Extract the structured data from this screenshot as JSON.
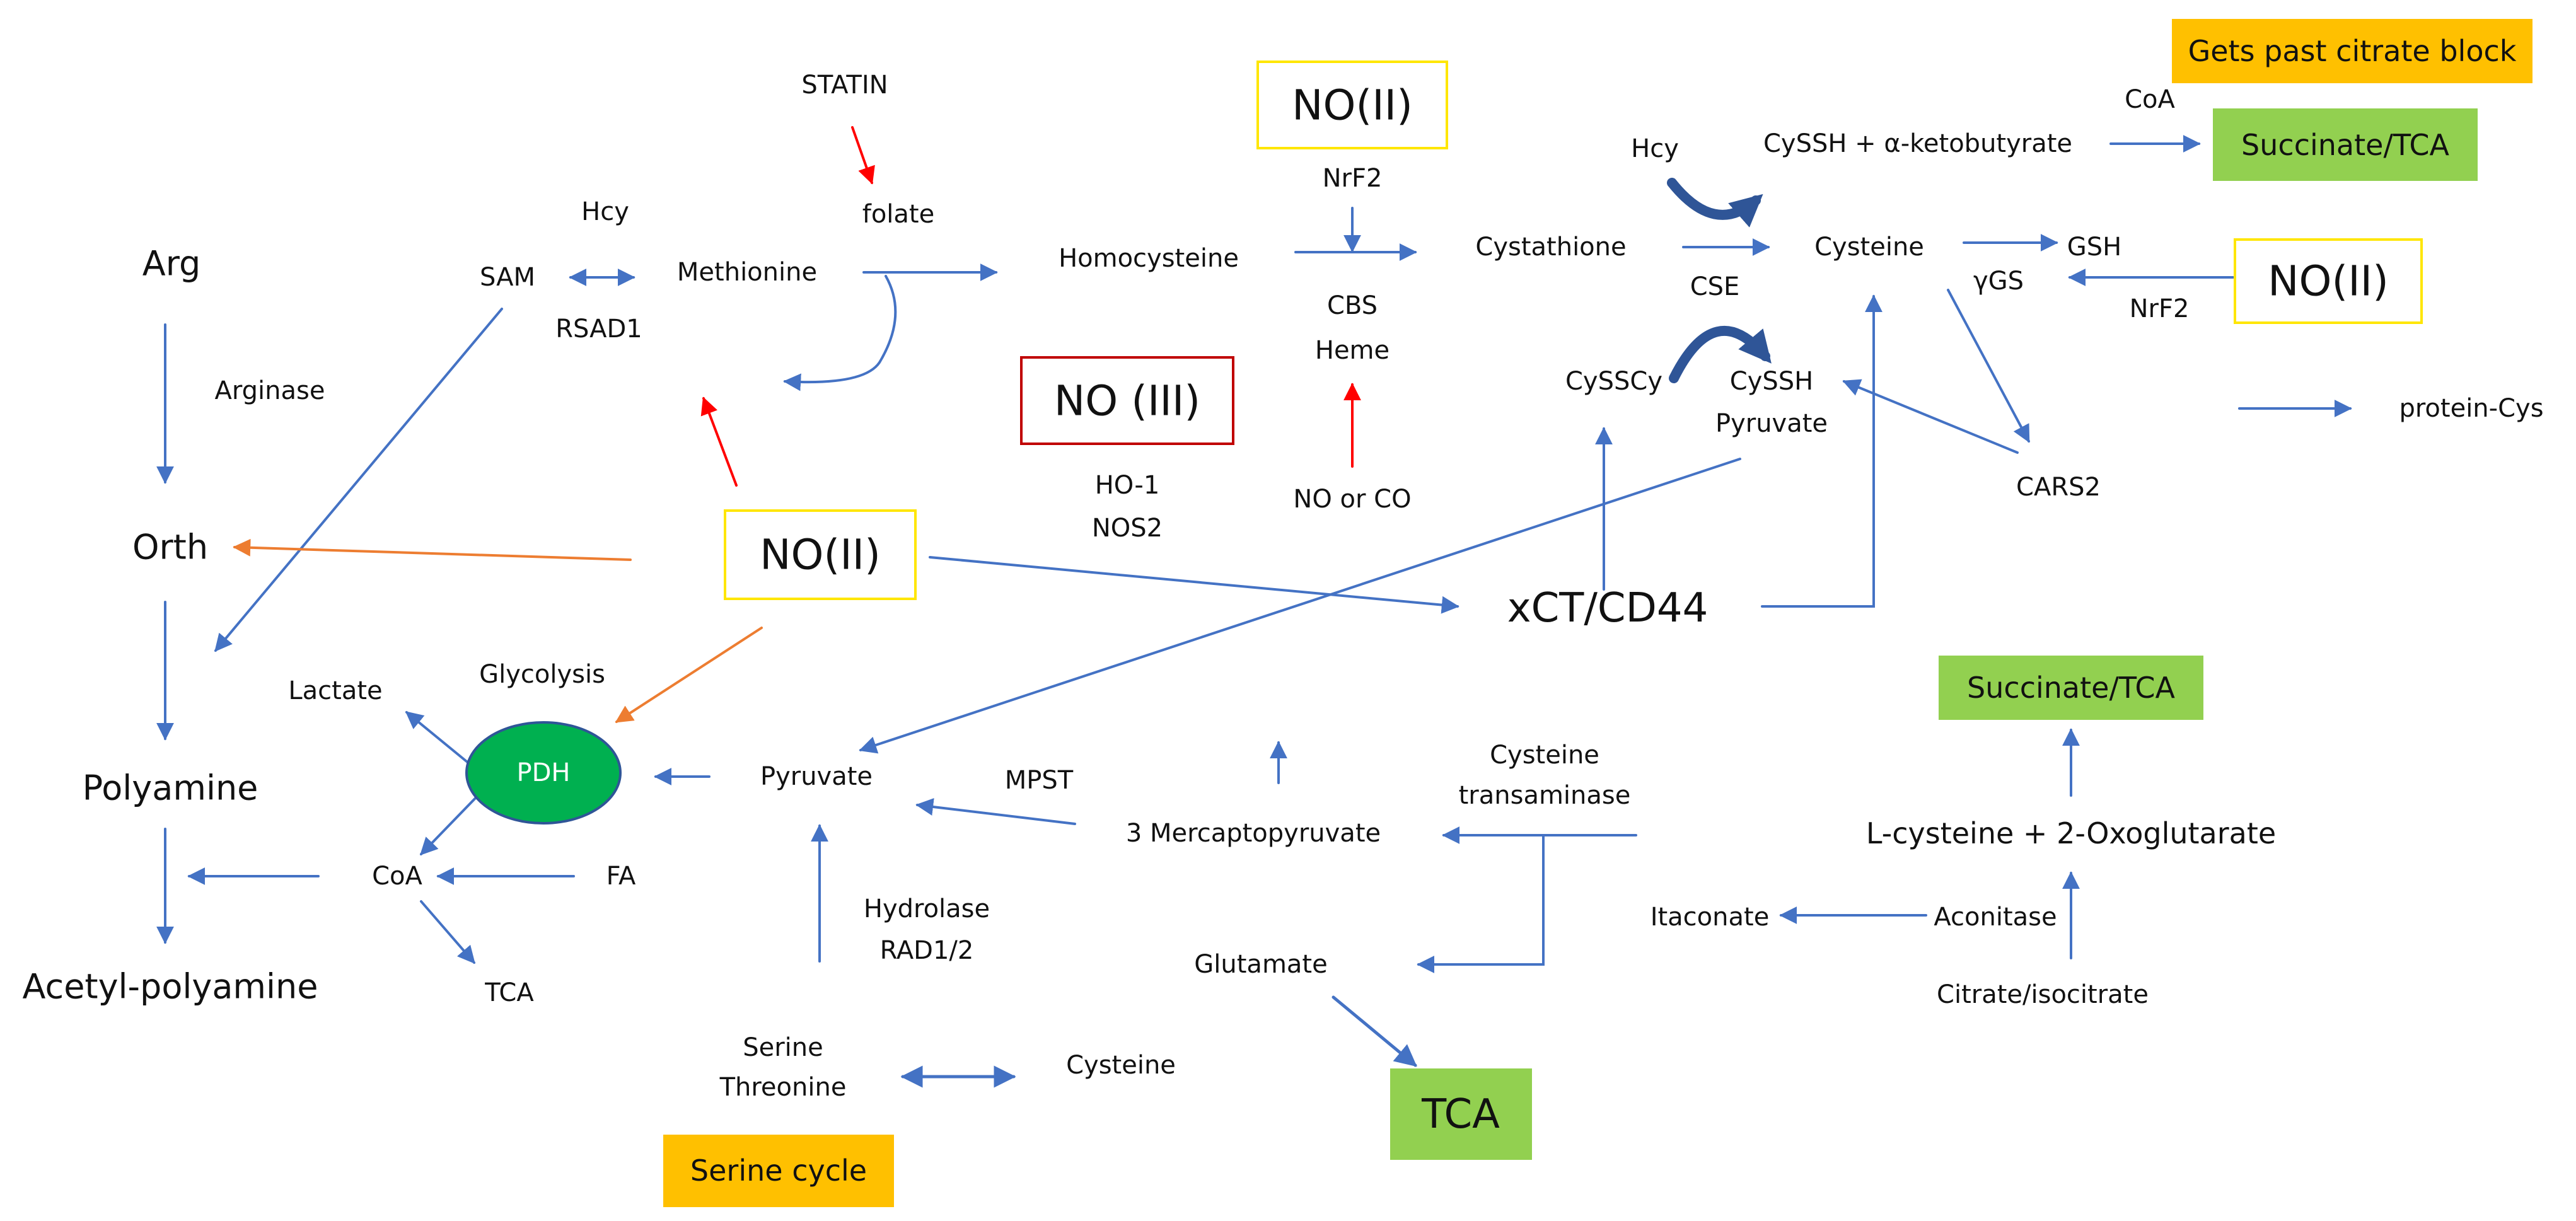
{
  "colors": {
    "arrow_blue": "#4472C4",
    "arrow_red": "#FF0000",
    "arrow_orange": "#ED7D31",
    "no_box_yellow_border": "#FFE600",
    "no_box_red_border": "#C00000",
    "green_box": "#92D050",
    "orange_box": "#FFC000",
    "pdh_fill": "#00B050",
    "pdh_border": "#2F5597",
    "curved_arrow": "#2F5597"
  },
  "boxes": {
    "no_ii_top": "NO(II)",
    "no_ii_right": "NO(II)",
    "no_ii_center": "NO(II)",
    "no_iii": "NO (III)",
    "pdh": "PDH",
    "tca_bottom": "TCA",
    "succinate_tca_top": "Succinate/TCA",
    "succinate_tca_mid": "Succinate/TCA",
    "citrate_block": "Gets past citrate block",
    "serine_cycle": "Serine cycle"
  },
  "nodes": {
    "statin": "STATIN",
    "folate": "folate",
    "hcy_left": "Hcy",
    "arg": "Arg",
    "sam": "SAM",
    "methionine": "Methionine",
    "rsad1": "RSAD1",
    "arginase": "Arginase",
    "homocysteine": "Homocysteine",
    "nrf2_top": "NrF2",
    "cbs": "CBS",
    "heme": "Heme",
    "no_or_co": "NO or CO",
    "ho1": "HO-1",
    "nos2": "NOS2",
    "orth": "Orth",
    "cystathione": "Cystathione",
    "hcy_right": "Hcy",
    "cyssh_ketobutyrate": "CySSH + α-ketobutyrate",
    "coa_top": "CoA",
    "cysteine_top": "Cysteine",
    "gsh": "GSH",
    "ygs": "γGS",
    "nrf2_right": "NrF2",
    "cse": "CSE",
    "cysscy": "CySSCy",
    "cyssh": "CySSH",
    "pyruvate_top": "Pyruvate",
    "cars2": "CARS2",
    "protein_cys": "protein-Cys",
    "xct_cd44": "xCT/CD44",
    "glycolysis": "Glycolysis",
    "lactate": "Lactate",
    "polyamine": "Polyamine",
    "acetyl_polyamine": "Acetyl-polyamine",
    "coa_bottom": "CoA",
    "fa": "FA",
    "tca_small": "TCA",
    "pyruvate_main": "Pyruvate",
    "mpst": "MPST",
    "mercaptopyruvate": "3 Mercaptopyruvate",
    "cysteine_transaminase_1": "Cysteine",
    "cysteine_transaminase_2": "transaminase",
    "hydrolase": "Hydrolase",
    "rad12": "RAD1/2",
    "glutamate": "Glutamate",
    "serine": "Serine",
    "threonine": "Threonine",
    "cysteine_bottom": "Cysteine",
    "l_cysteine_oxo": "L-cysteine + 2-Oxoglutarate",
    "itaconate": "Itaconate",
    "aconitase": "Aconitase",
    "citrate_isocitrate": "Citrate/isocitrate"
  }
}
